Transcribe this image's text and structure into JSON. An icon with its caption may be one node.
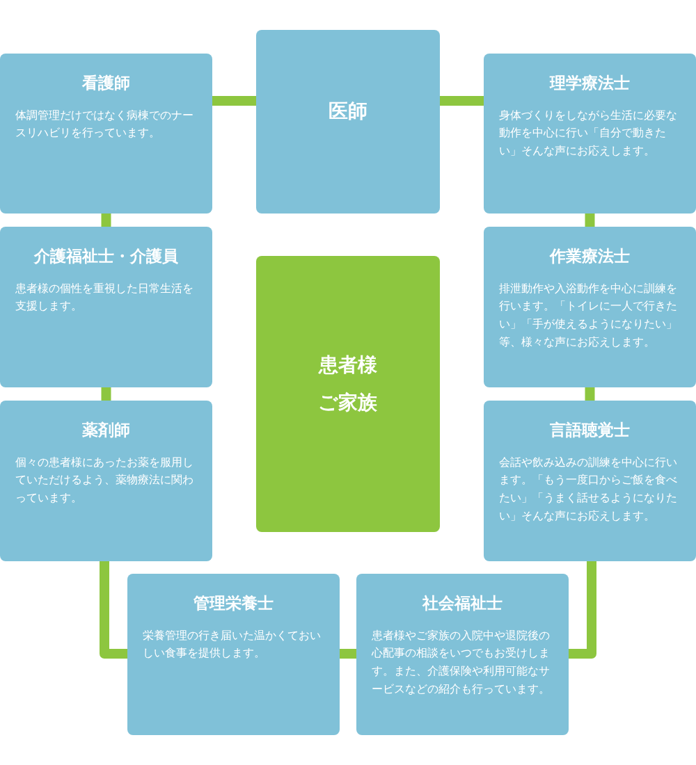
{
  "diagram": {
    "nodes": [
      {
        "text": [
          "看護師",
          "体調管理だけではなく病棟でのナースリハビリを行っています。"
        ]
      },
      {
        "text": [
          "医師"
        ]
      },
      {
        "text": [
          "理学療法士",
          "身体づくりをしながら生活に必要な動作を中心に行い「自分で動きたい」そんな声にお応えします。"
        ]
      },
      {
        "text": [
          "介護福祉士・介護員",
          "患者様の個性を重視した日常生活を支援します。"
        ]
      },
      {
        "text": [
          "患者様ご家族"
        ]
      },
      {
        "text": [
          "作業療法士",
          "排泄動作や入浴動作を中心に訓練を行います。「トイレに一人で行きたい」「手が使えるようになりたい」等、様々な声にお応えします。"
        ]
      },
      {
        "text": [
          "薬剤師",
          "個々の患者様にあったお薬を服用していただけるよう、薬物療法に関わっています。"
        ]
      },
      {
        "text": [
          "言語聴覚士",
          "会話や飲み込みの訓練を中心に行います。「もう一度口からご飯を食べたい」「うまく話せるようになりたい」そんな声にお応えします。"
        ]
      },
      {
        "text": [
          "管理栄養士",
          "栄養管理の行き届いた温かくておいしい食事を提供します。"
        ]
      },
      {
        "text": [
          "社会福祉士",
          "患者様やご家族の入院中や退院後の心配事の相談をいつでもお受けします。また、介護保険や利用可能なサービスなどの紹介も行っています。"
        ]
      }
    ],
    "edges": [
      {
        "from": 0,
        "to": 1,
        "arrow": "none"
      },
      {
        "from": 1,
        "to": 2,
        "arrow": "none"
      },
      {
        "from": 0,
        "to": 3,
        "arrow": "none"
      },
      {
        "from": 2,
        "to": 5,
        "arrow": "none"
      },
      {
        "from": 3,
        "to": 6,
        "arrow": "none"
      },
      {
        "from": 5,
        "to": 7,
        "arrow": "none"
      },
      {
        "from": 6,
        "to": 8,
        "arrow": "none"
      },
      {
        "from": 8,
        "to": 9,
        "arrow": "none"
      },
      {
        "from": 7,
        "to": 9,
        "arrow": "none"
      }
    ]
  }
}
